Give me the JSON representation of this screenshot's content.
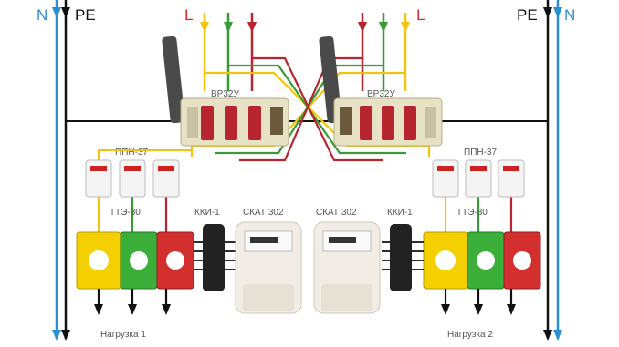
{
  "colors": {
    "neutral": "#2a8fcf",
    "phase": "#d72b2b",
    "pe": "#111111",
    "wire_yellow": "#f2c40f",
    "wire_green": "#3a9a36",
    "wire_red": "#b7252f",
    "switch_body": "#e8e2c4",
    "tt_yellow": "#f4d000",
    "tt_green": "#3cae3a",
    "tt_red": "#d32f2f"
  },
  "left": {
    "n_label": "N",
    "pe_label": "PE",
    "l_label": "L",
    "switch_label": "ВР32У",
    "fuse_label": "ППН-37",
    "ct_label": "ТТЭ-30",
    "block_label": "ККИ-1",
    "meter_label": "СКАТ 302",
    "load_label": "Нагрузка 1"
  },
  "right": {
    "n_label": "N",
    "pe_label": "PE",
    "l_label": "L",
    "switch_label": "ВР32У",
    "fuse_label": "ППН-37",
    "ct_label": "ТТЭ-30",
    "block_label": "ККИ-1",
    "meter_label": "СКАТ 302",
    "load_label": "Нагрузка 2"
  }
}
